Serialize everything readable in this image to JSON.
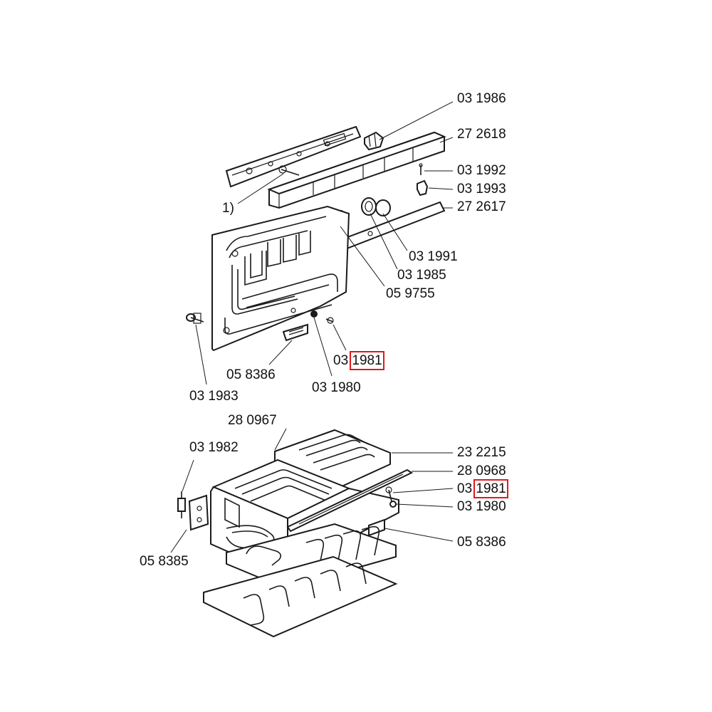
{
  "labels": {
    "l_03_1986": "03 1986",
    "l_27_2618": "27 2618",
    "l_03_1992": "03 1992",
    "l_03_1993": "03 1993",
    "l_27_2617": "27 2617",
    "l_1": "1)",
    "l_03_1991": "03 1991",
    "l_03_1985": "03 1985",
    "l_05_9755": "05 9755",
    "l_03_1981_a_prefix": "03",
    "l_03_1981_a_num": "1981",
    "l_05_8386_a": "05 8386",
    "l_03_1980_a": "03 1980",
    "l_03_1983": "03 1983",
    "l_28_0967": "28 0967",
    "l_03_1982": "03 1982",
    "l_23_2215": "23 2215",
    "l_28_0968": "28 0968",
    "l_03_1981_b_prefix": "03",
    "l_03_1981_b_num": "1981",
    "l_03_1980_b": "03 1980",
    "l_05_8386_b": "05 8386",
    "l_05_8385": "05 8385"
  },
  "highlight_color": "#e0191f"
}
